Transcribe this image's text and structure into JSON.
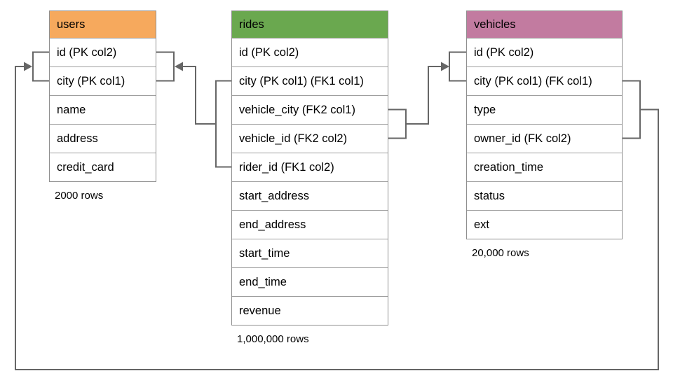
{
  "diagram": {
    "tables": [
      {
        "name": "users",
        "header_color": "#f6a95d",
        "columns": [
          "id (PK col2)",
          "city (PK col1)",
          "name",
          "address",
          "credit_card"
        ],
        "row_count": "2000 rows"
      },
      {
        "name": "rides",
        "header_color": "#6aa84f",
        "columns": [
          "id (PK col2)",
          "city (PK col1) (FK1 col1)",
          "vehicle_city (FK2 col1)",
          "vehicle_id (FK2 col2)",
          "rider_id (FK1 col2)",
          "start_address",
          "end_address",
          "start_time",
          "end_time",
          "revenue"
        ],
        "row_count": "1,000,000 rows"
      },
      {
        "name": "vehicles",
        "header_color": "#c27ba0",
        "columns": [
          "id (PK col2)",
          "city (PK col1) (FK col1)",
          "type",
          "owner_id (FK col2)",
          "creation_time",
          "status",
          "ext"
        ],
        "row_count": "20,000 rows"
      }
    ],
    "relationships": [
      {
        "name": "rides-to-users",
        "from_table": "rides",
        "from_columns": [
          "city (PK col1) (FK1 col1)",
          "rider_id (FK1 col2)"
        ],
        "to_table": "users",
        "to_columns": [
          "id (PK col2)",
          "city (PK col1)"
        ]
      },
      {
        "name": "rides-to-vehicles",
        "from_table": "rides",
        "from_columns": [
          "vehicle_city (FK2 col1)",
          "vehicle_id (FK2 col2)"
        ],
        "to_table": "vehicles",
        "to_columns": [
          "id (PK col2)",
          "city (PK col1) (FK col1)"
        ]
      },
      {
        "name": "vehicles-to-users",
        "from_table": "vehicles",
        "from_columns": [
          "city (PK col1) (FK col1)",
          "owner_id (FK col2)"
        ],
        "to_table": "users",
        "to_columns": [
          "id (PK col2)",
          "city (PK col1)"
        ]
      }
    ],
    "colors": {
      "connector": "#666666",
      "table_border": "#999999",
      "text": "#000000",
      "background": "#ffffff"
    }
  }
}
